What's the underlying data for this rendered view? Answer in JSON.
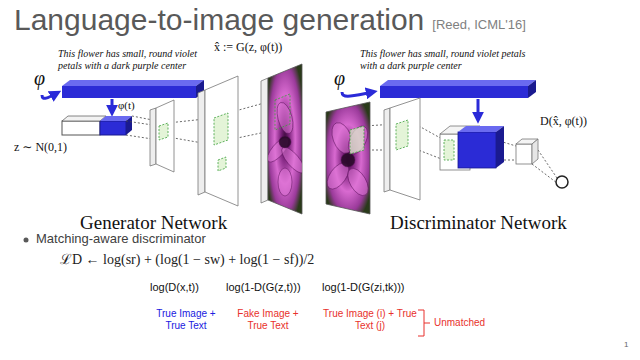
{
  "diagram": {
    "title": "Language-to-image generation",
    "labels": [
      "[Reed, ICML'16]",
      "This flower has small, round violet petals with a dark purple center",
      "φ",
      "φ(t)",
      "z ∼ N(0,1)",
      "x̂ := G(z, φ(t))",
      "This flower has small, round violet petals with a dark purple center",
      "φ",
      "D(x̂, φ(t))",
      "Generator Network",
      "Discriminator Network",
      "Matching-aware discriminator",
      "ℒD ← log(sr) + (log(1 − sw) + log(1 − sf))/2",
      "log(D(x,t))",
      "log(1-D(G(z,t)))",
      "log(1-D(G(zi,tk)))",
      "True Image + True Text",
      "Fake Image + True Text",
      "True Image (i) + True Text (j)",
      "Unmatched",
      "1"
    ]
  }
}
